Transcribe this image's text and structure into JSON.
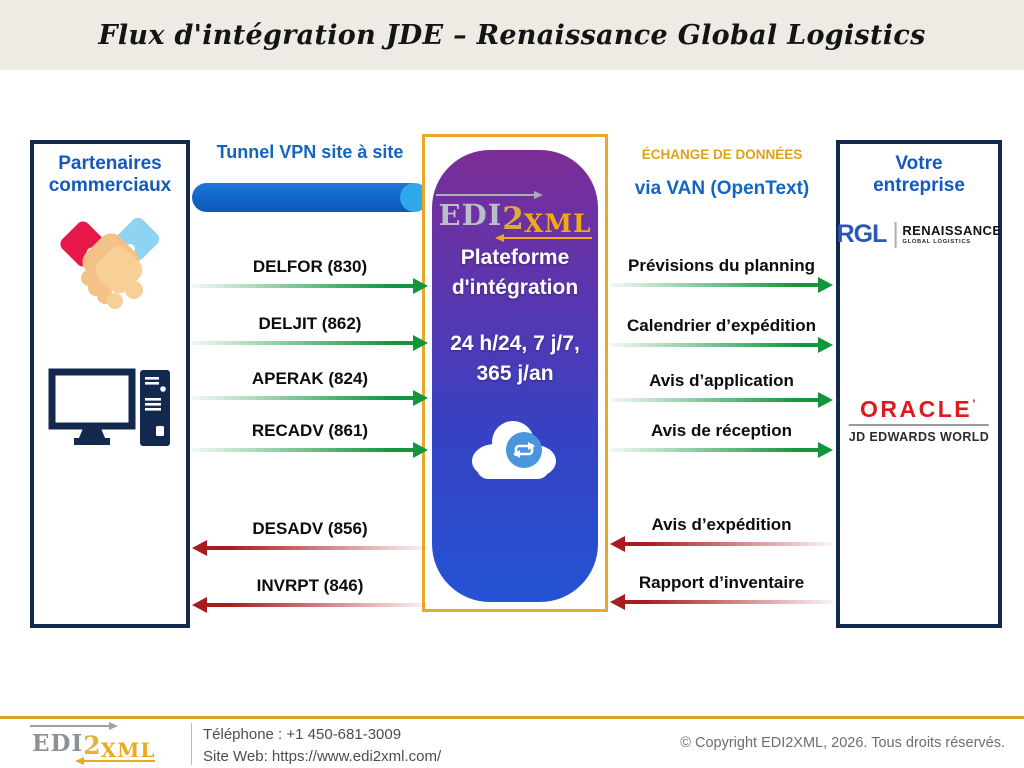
{
  "title": "Flux d'intégration JDE – Renaissance Global Logistics",
  "colors": {
    "navy": "#14294e",
    "blue": "#1459bb",
    "gold": "#dfa11a",
    "green": "#12953d",
    "red": "#a81b20",
    "purple_top": "#7c2d96",
    "blue_bottom": "#2453d4"
  },
  "partners_box": {
    "title_line1": "Partenaires",
    "title_line2": "commerciaux"
  },
  "company_box": {
    "title_line1": "Votre",
    "title_line2": "entreprise"
  },
  "tunnel": {
    "label": "Tunnel VPN site à site"
  },
  "exchange": {
    "line1": "ÉCHANGE DE DONNÉES",
    "line2": "via VAN (OpenText)"
  },
  "platform": {
    "logo": {
      "edi": "EDI",
      "two": "2",
      "xml": "XML"
    },
    "name_line1": "Plateforme",
    "name_line2": "d'intégration",
    "availability_line1": "24 h/24, 7 j/7,",
    "availability_line2": "365 j/an"
  },
  "flows": {
    "partner_to_platform": [
      {
        "label": "DELFOR (830)"
      },
      {
        "label": "DELJIT (862)"
      },
      {
        "label": "APERAK (824)"
      },
      {
        "label": "RECADV (861)"
      }
    ],
    "platform_to_partner": [
      {
        "label": "DESADV (856)"
      },
      {
        "label": "INVRPT (846)"
      }
    ],
    "platform_to_company": [
      {
        "label": "Prévisions du planning"
      },
      {
        "label": "Calendrier d’expédition"
      },
      {
        "label": "Avis d’application"
      },
      {
        "label": "Avis de réception"
      }
    ],
    "company_to_platform": [
      {
        "label": "Avis d’expédition"
      },
      {
        "label": "Rapport d’inventaire"
      }
    ]
  },
  "rgl_logo": {
    "abbr": "RGL",
    "name": "RENAISSANCE",
    "sub": "GLOBAL LOGISTICS"
  },
  "oracle_logo": {
    "name": "ORACLE",
    "mark": "’",
    "sub": "JD EDWARDS WORLD"
  },
  "footer": {
    "logo": {
      "edi": "EDI",
      "two": "2",
      "xml": "XML"
    },
    "phone": "Téléphone : +1 450-681-3009",
    "website": "Site Web: https://www.edi2xml.com/",
    "copyright": "© Copyright EDI2XML, 2026. Tous droits réservés."
  }
}
